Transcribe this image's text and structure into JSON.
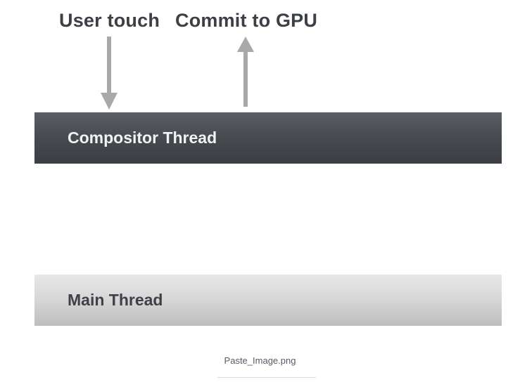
{
  "diagram": {
    "events": {
      "user_touch": "User touch",
      "commit_to_gpu": "Commit to GPU"
    },
    "threads": {
      "compositor": "Compositor Thread",
      "main": "Main Thread"
    }
  },
  "caption": {
    "filename": "Paste_Image.png"
  },
  "colors": {
    "arrow": "#a9a9a9",
    "compositor_bar": "#45484d",
    "main_bar": "#d3d3d4",
    "label_text": "#3c4046"
  },
  "icons": {
    "down_arrow": "arrow-down-icon",
    "up_arrow": "arrow-up-icon"
  }
}
